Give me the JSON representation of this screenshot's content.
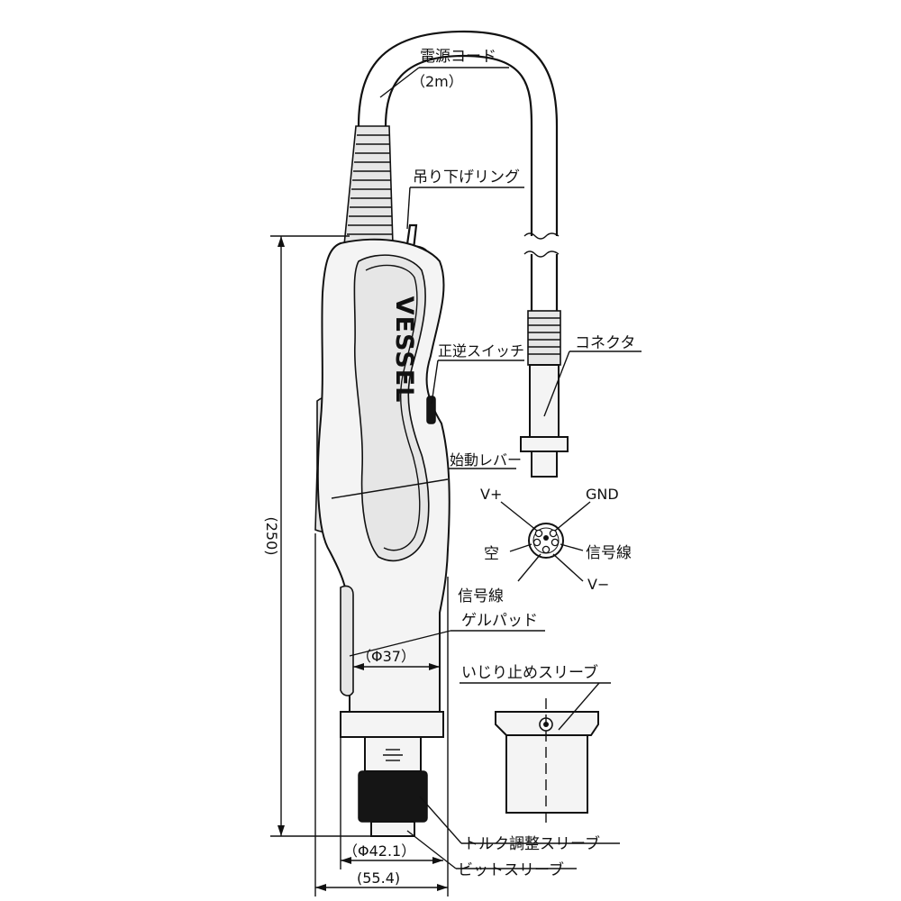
{
  "brand": "VESSEL",
  "labels": {
    "power_cord": "電源コード",
    "power_cord_length": "（2m）",
    "hanging_ring": "吊り下げリング",
    "fwd_rev_switch": "正逆スイッチ",
    "connector": "コネクタ",
    "start_lever": "始動レバー",
    "gel_pad": "ゲルパッド",
    "anti_tamper_sleeve": "いじり止めスリーブ",
    "torque_sleeve": "トルク調整スリーブ",
    "bit_sleeve": "ビットスリーブ"
  },
  "pinout": {
    "v_plus": "V+",
    "gnd": "GND",
    "empty": "空",
    "signal_right": "信号線",
    "signal_bottom": "信号線",
    "v_minus": "V−"
  },
  "dimensions": {
    "length": "(250)",
    "grip_dia": "（Φ37）",
    "base_dia": "（Φ42.1）",
    "width": "(55.4)"
  }
}
